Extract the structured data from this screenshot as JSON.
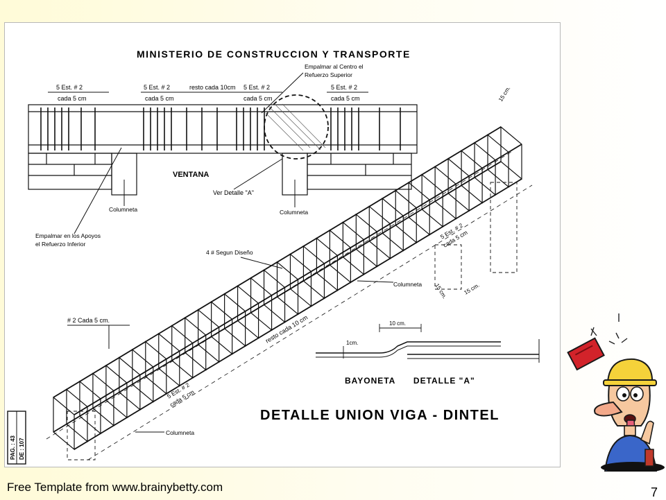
{
  "slide": {
    "footer": "Free Template from www.brainybetty.com",
    "page_number": "7"
  },
  "drawing": {
    "header": "MINISTERIO DE CONSTRUCCION Y TRANSPORTE",
    "title": "DETALLE UNION VIGA - DINTEL",
    "detail_title": "BAYONETA      DETALLE \"A\"",
    "sheet_ref": {
      "pag": "PAG. : 43",
      "de": "DE : 107"
    },
    "labels": {
      "stirrups_left": "5 Est. # 2",
      "spacing_left": "cada 5 cm",
      "stirrups_mid": "5 Est. # 2",
      "spacing_mid": "cada 5 cm",
      "rest": "resto cada 10cm",
      "stirrups_right_mid": "5 Est. # 2",
      "spacing_right_mid": "cada 5 cm",
      "stirrups_right": "5 Est. # 2",
      "spacing_right": "cada 5 cm",
      "empalmar_centro_1": "Empalmar al Centro el",
      "empalmar_centro_2": "Refuerzo Superior",
      "ventana": "VENTANA",
      "ver_detalle": "Ver Detalle \"A\"",
      "columneta_1": "Columneta",
      "columneta_2": "Columneta",
      "empalmar_apoyos_1": "Empalmar en los Apoyos",
      "empalmar_apoyos_2": "el Refuerzo   Inferior",
      "segun_diseno": "4 # Segun Diseño",
      "cada5": "# 2   Cada 5   cm.",
      "resto_10": "resto   cada  10 cm",
      "est_low_1": "5 Est. # 2",
      "est_low_2": "cada 5 cm",
      "est_high_1": "5 Est. # 2",
      "est_high_2": "cada 5 cm",
      "columneta_3": "Columneta",
      "columneta_4": "Columneta",
      "dim_15_top": "15 cm.",
      "dim_15a": "15 cm.",
      "dim_15b": "15 cm.",
      "dim_10": "10 cm.",
      "dim_1": "1cm."
    }
  }
}
